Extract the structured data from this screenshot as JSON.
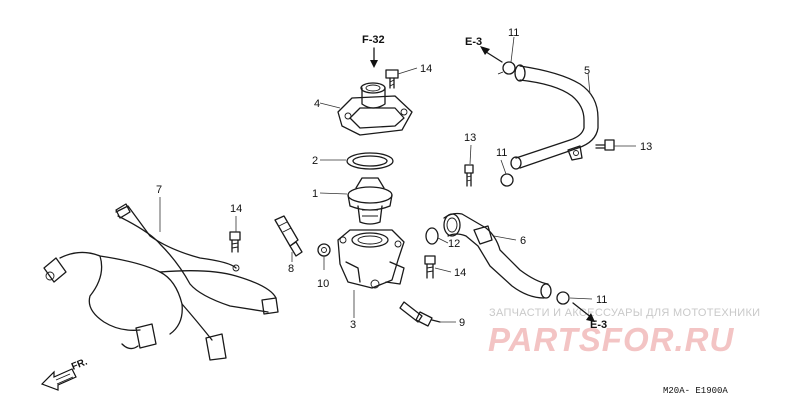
{
  "refs": {
    "f32": "F-32",
    "e3_top": "E-3",
    "e3_bottom": "E-3"
  },
  "labels": {
    "p1": "1",
    "p2": "2",
    "p3": "3",
    "p4": "4",
    "p5": "5",
    "p6": "6",
    "p7": "7",
    "p8": "8",
    "p9": "9",
    "p10": "10",
    "p11a": "11",
    "p11b": "11",
    "p11c": "11",
    "p12": "12",
    "p13a": "13",
    "p13b": "13",
    "p14a": "14",
    "p14b": "14",
    "p14c": "14"
  },
  "direction": "FR.",
  "watermark": {
    "top": "ЗАПЧАСТИ И АКСЕССУАРЫ ДЛЯ МОТОТЕХНИКИ",
    "logo": "PARTSFOR.RU"
  },
  "diagram_code": "M20A- E1900A"
}
